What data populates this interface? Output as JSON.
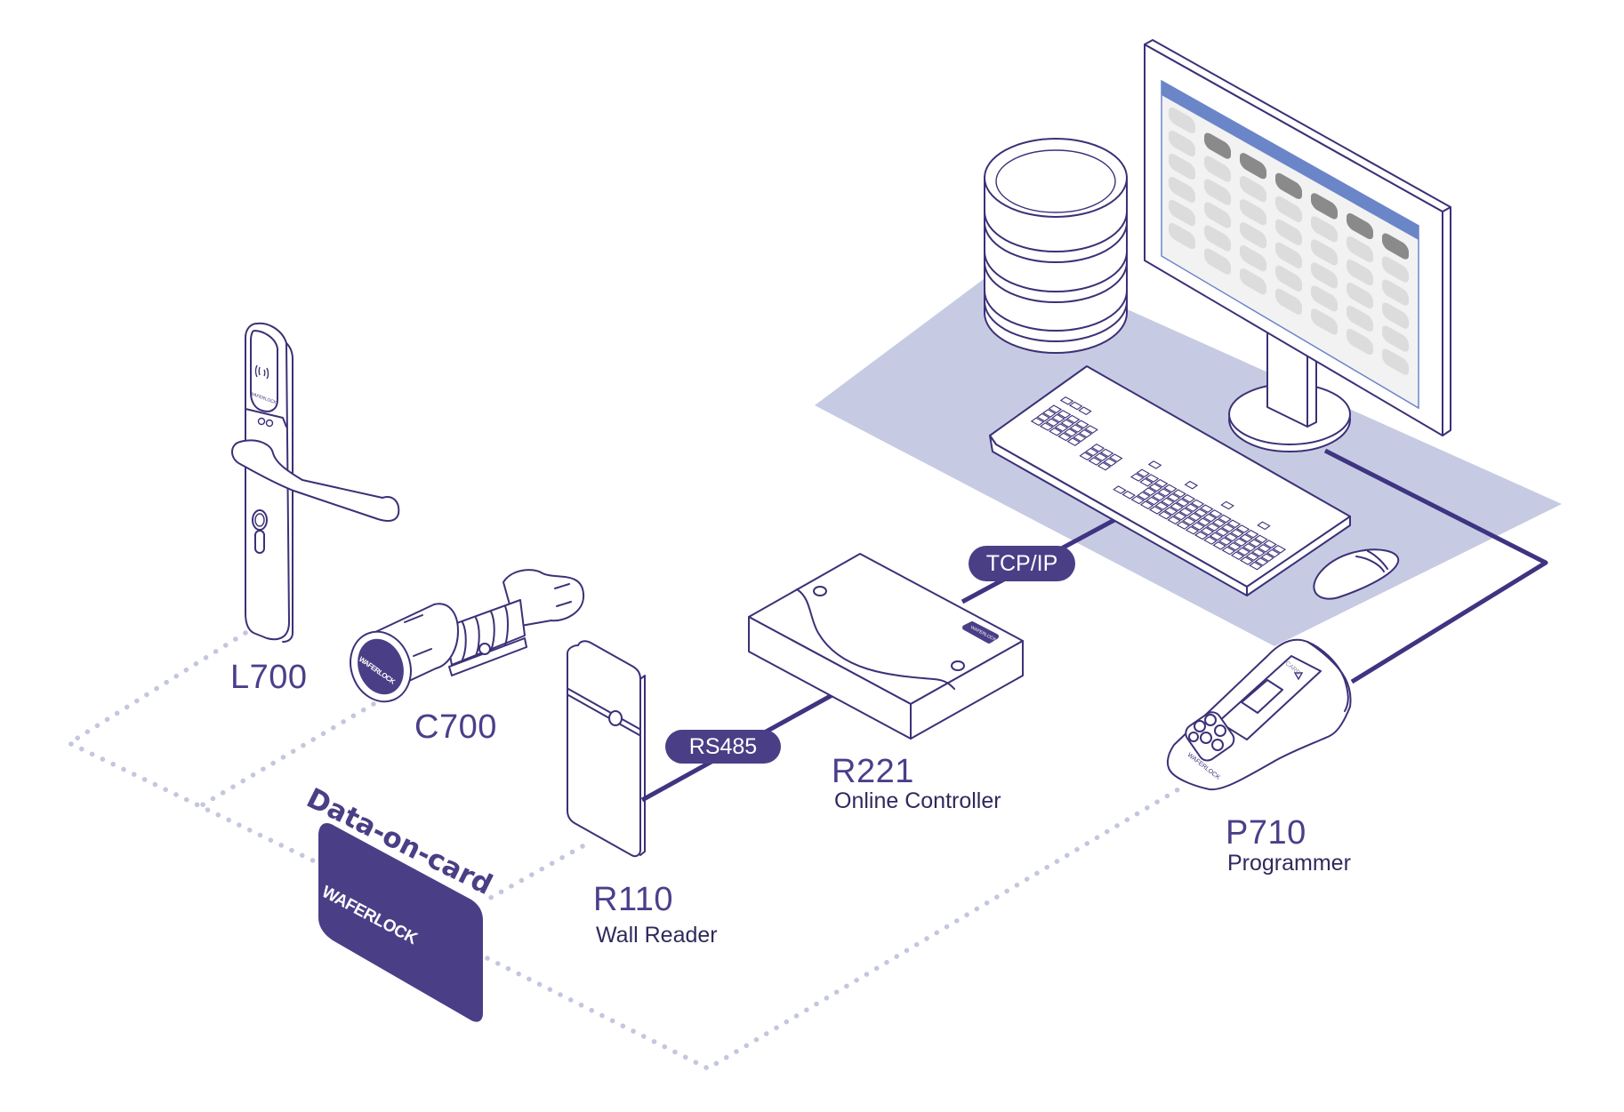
{
  "diagram": {
    "title": "Waferlock access control system overview",
    "colors": {
      "outline": "#3b3177",
      "accent": "#4a3f86",
      "desk": "#c6cbe3",
      "dotted_link": "#c3c7de",
      "screen_header": "#6b85c9",
      "screen_cell_light": "#dcdcdc",
      "screen_cell_dark": "#8a8a8a"
    },
    "brand": "WAFERLOCK",
    "devices": [
      {
        "id": "l700",
        "model": "L700",
        "description": ""
      },
      {
        "id": "c700",
        "model": "C700",
        "description": ""
      },
      {
        "id": "r110",
        "model": "R110",
        "description": "Wall Reader"
      },
      {
        "id": "r221",
        "model": "R221",
        "description": "Online Controller"
      },
      {
        "id": "p710",
        "model": "P710",
        "description": "Programmer"
      }
    ],
    "card": {
      "label": "Data-on-card",
      "logo": "WAFERLOCK"
    },
    "connections": [
      {
        "from": "R110",
        "to": "R221",
        "label": "RS485",
        "style": "solid"
      },
      {
        "from": "R221",
        "to": "Workstation",
        "label": "TCP/IP",
        "style": "solid"
      },
      {
        "from": "Workstation",
        "to": "P710",
        "label": "",
        "style": "solid"
      },
      {
        "from": "L700",
        "to": "Data-on-card",
        "label": "",
        "style": "dotted"
      },
      {
        "from": "C700",
        "to": "Data-on-card",
        "label": "",
        "style": "dotted"
      },
      {
        "from": "R110",
        "to": "Data-on-card",
        "label": "",
        "style": "dotted"
      },
      {
        "from": "Data-on-card",
        "to": "P710",
        "label": "",
        "style": "dotted"
      }
    ],
    "workstation": {
      "items": [
        "database",
        "monitor",
        "keyboard",
        "mouse"
      ],
      "screen_grid": {
        "columns": 7,
        "rows": 7
      }
    },
    "programmer_screen_text": "CARD"
  }
}
